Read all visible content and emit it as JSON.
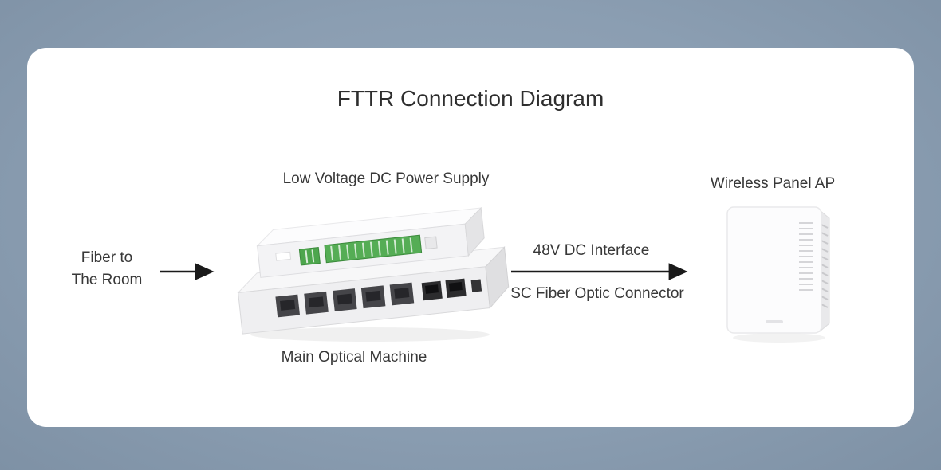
{
  "colors": {
    "background": "#8b9eb2",
    "card": "#ffffff",
    "text": "#383838",
    "arrow": "#1a1a1a",
    "terminal_green": "#55ad55"
  },
  "diagram": {
    "title": "FTTR Connection Diagram",
    "labels": {
      "power_supply": "Low Voltage DC Power Supply",
      "fiber_line1": "Fiber to",
      "fiber_line2": "The Room",
      "main_optical_machine": "Main Optical Machine",
      "dc_interface": "48V DC Interface",
      "sc_connector": "SC Fiber Optic Connector",
      "wireless_ap": "Wireless Panel AP"
    }
  }
}
